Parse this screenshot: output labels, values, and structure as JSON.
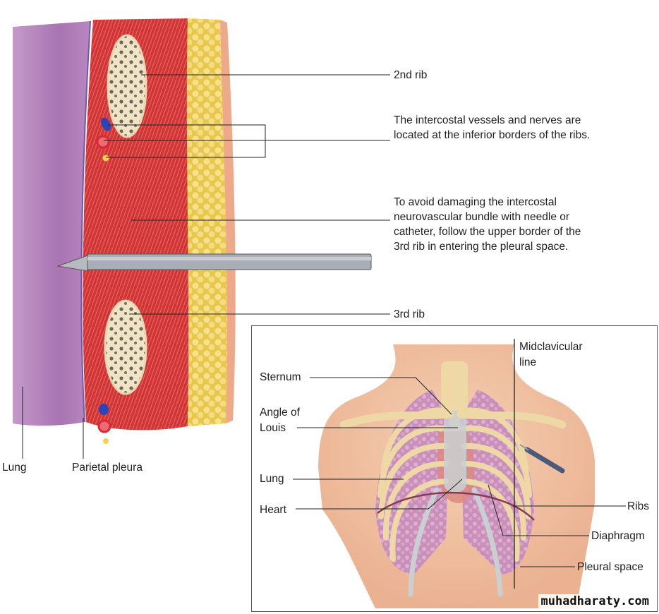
{
  "figure": {
    "cross_section": {
      "labels": {
        "second_rib": "2nd rib",
        "vessels_nerves": "The intercostal vessels and nerves are located at the inferior borders of the ribs.",
        "avoid_damage": "To avoid damaging the intercostal neurovascular bundle with needle or catheter, follow the upper border of the 3rd rib in entering the pleural space.",
        "third_rib": "3rd rib",
        "lung": "Lung",
        "parietal_pleura": "Parietal pleura"
      },
      "colors": {
        "lung": "#b07ab8",
        "muscle": "#d23a3a",
        "fat": "#f0d56a",
        "bone": "#efe3c4",
        "skin": "#f1b89a",
        "needle": "#a9adb5",
        "vein": "#2a45b8",
        "artery": "#d9283a",
        "nerve": "#f2d24a"
      }
    },
    "chest_inset": {
      "labels": {
        "sternum": "Sternum",
        "angle_of_louis_line1": "Angle of",
        "angle_of_louis_line2": "Louis",
        "lung": "Lung",
        "heart": "Heart",
        "midclavicular_line1": "Midclavicular",
        "midclavicular_line2": "line",
        "ribs": "Ribs",
        "diaphragm": "Diaphragm",
        "pleural_space": "Pleural space"
      },
      "colors": {
        "skin": "#f2c3a3",
        "bone": "#eed9a6",
        "cartilage": "#c9d0d2",
        "lung": "#c98fb8",
        "heart": "#d98a80"
      }
    },
    "watermark": "muhadharaty.com"
  }
}
